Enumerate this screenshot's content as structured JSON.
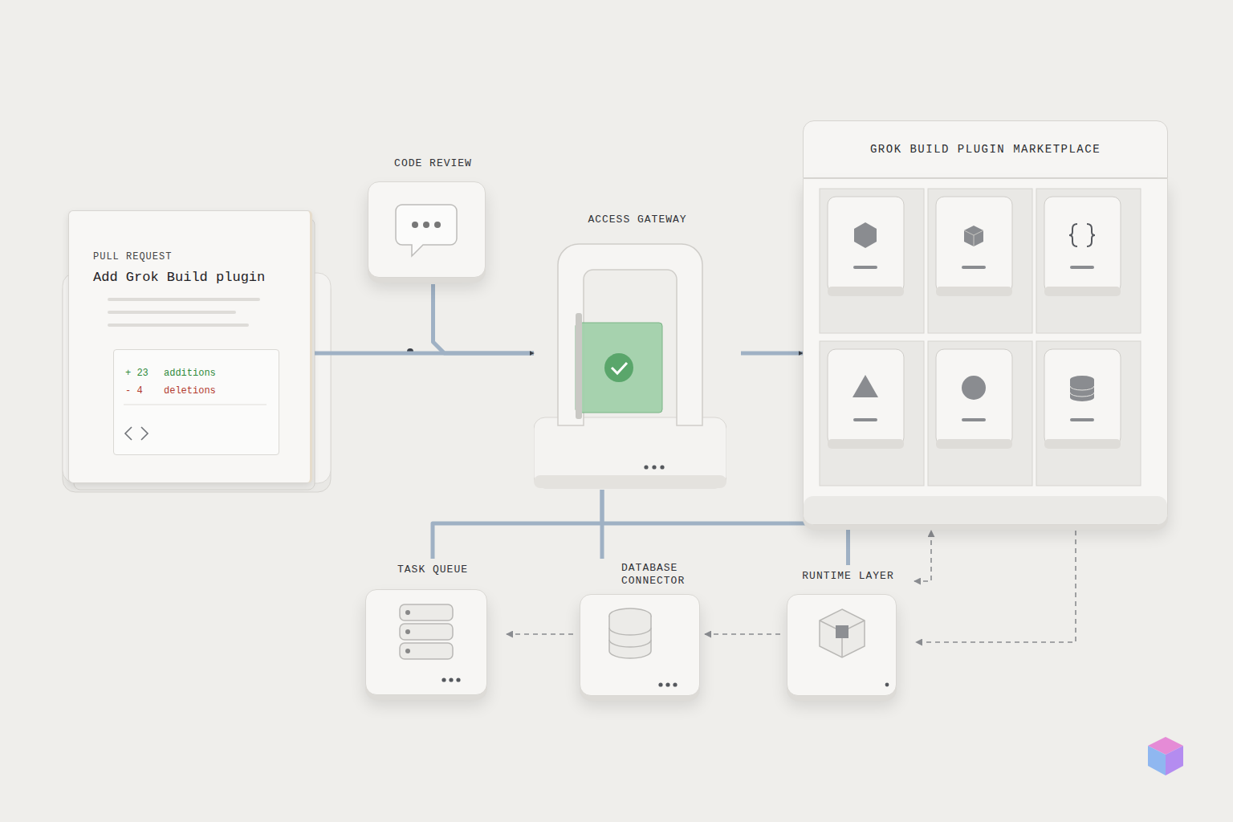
{
  "diagram": {
    "nodes": [
      {
        "text": [
          "PULL REQUEST",
          "Add Grok Build plugin"
        ]
      },
      {
        "text": [
          "+ 23",
          "additions",
          "- 4",
          "deletions"
        ],
        "in": 0
      },
      {
        "text": [
          "CODE REVIEW"
        ]
      },
      {
        "text": [
          "ACCESS GATEWAY"
        ]
      },
      {
        "text": [
          "GROK BUILD PLUGIN MARKETPLACE"
        ]
      },
      {
        "text": [
          "TASK QUEUE"
        ]
      },
      {
        "text": [
          "DATABASE CONNECTOR"
        ]
      },
      {
        "text": [
          "RUNTIME LAYER"
        ]
      }
    ],
    "edges": [
      {
        "from": 0,
        "to": 3,
        "arrow": "to"
      },
      {
        "from": 2,
        "to": 3,
        "arrow": "to"
      },
      {
        "from": 3,
        "to": 4,
        "arrow": "to"
      },
      {
        "from": 3,
        "to": 5,
        "arrow": "none"
      },
      {
        "from": 3,
        "to": 6,
        "arrow": "none"
      },
      {
        "from": 3,
        "to": 7,
        "arrow": "none"
      },
      {
        "from": 6,
        "to": 5,
        "arrow": "to"
      },
      {
        "from": 7,
        "to": 6,
        "arrow": "to"
      },
      {
        "from": 7,
        "to": 4,
        "arrow": "both"
      },
      {
        "from": 4,
        "to": 7,
        "arrow": "to"
      }
    ]
  }
}
